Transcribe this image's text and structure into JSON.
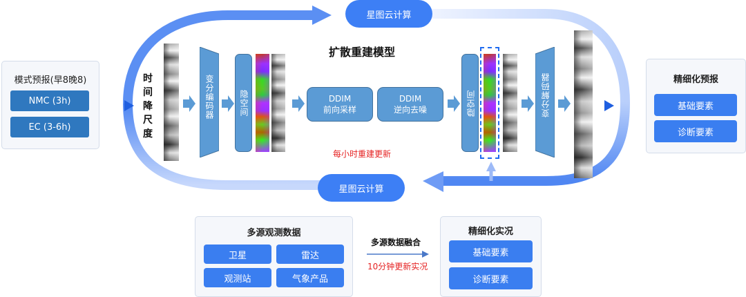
{
  "diagram": {
    "title": "扩散重建模型",
    "hourly_note": "每小时重建更新",
    "time_downscale_label": [
      "时",
      "间",
      "降",
      "尺",
      "度"
    ],
    "cloud_top_label": "星图云计算",
    "cloud_bottom_label": "星图云计算",
    "encoder_label": "变分编码器",
    "decoder_label": "变分解码器",
    "latent_left_label": "隐空间",
    "latent_right_label": "隐空间",
    "ddim_forward": {
      "line1": "DDIM",
      "line2": "前向采样"
    },
    "ddim_reverse": {
      "line1": "DDIM",
      "line2": "逆向去噪"
    },
    "colors": {
      "accent_blue": "#3d7ff5",
      "block_blue": "#5b9bd5",
      "dark_button": "#2f78bf",
      "note_red": "#e52222"
    }
  },
  "left_panel": {
    "title": "模式预报(早8晚8)",
    "items": [
      "NMC (3h)",
      "EC (3-6h)"
    ]
  },
  "right_panel": {
    "title": "精细化预报",
    "items": [
      "基础要素",
      "诊断要素"
    ]
  },
  "observation_panel": {
    "title": "多源观测数据",
    "items": [
      "卫星",
      "雷达",
      "观测站",
      "气象产品"
    ]
  },
  "fusion": {
    "label": "多源数据融合",
    "note": "10分钟更新实况"
  },
  "analysis_panel": {
    "title": "精细化实况",
    "items": [
      "基础要素",
      "诊断要素"
    ]
  }
}
